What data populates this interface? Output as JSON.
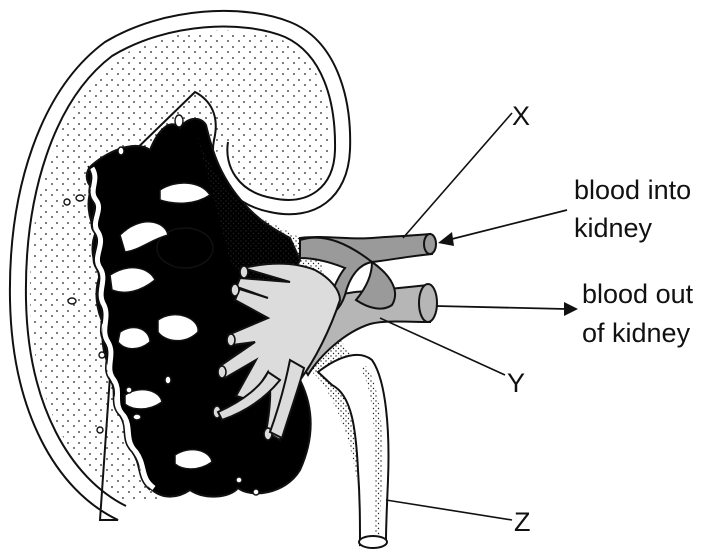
{
  "labels": {
    "x": "X",
    "y": "Y",
    "z": "Z",
    "blood_in_line1": "blood into",
    "blood_in_line2": "kidney",
    "blood_out_line1": "blood out",
    "blood_out_line2": "of kidney"
  },
  "colors": {
    "outline": "#111111",
    "vessel_artery": "#9a9a9a",
    "vessel_vein": "#b6b6b6",
    "calyx_fill": "#dcdcdc",
    "medulla": "#000000",
    "background": "#ffffff"
  }
}
